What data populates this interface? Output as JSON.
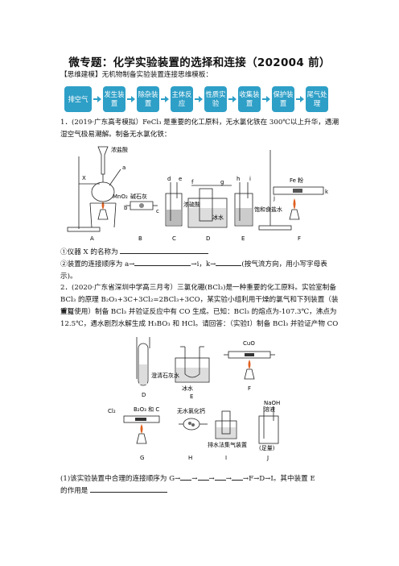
{
  "title": "微专题：化学实验装置的选择和连接（202004 前）",
  "model_header": "【思维建模】无机物制备实验装置连接思维模板：",
  "flow": [
    "排空气",
    "发生装置",
    "除杂装置",
    "主体反应",
    "性质实验",
    "收集装置",
    "保护装置",
    "尾气处理"
  ],
  "q1": {
    "line1": "1．(2019·广东高考模拟）FeCl₃ 是重要的化工原料，无水氯化铁在 300℃以上升华，遇潮",
    "line2": "湿空气极易潮解。制备无水氯化铁：",
    "labels": {
      "conc_hcl": "浓盐酸",
      "a": "a",
      "x": "X",
      "mno2": "MnO₂",
      "soda_lime": "碱石灰",
      "conc_h2so4": "浓硫酸",
      "ice_water": "冰水",
      "sat_brine": "饱和食盐水",
      "fe_powder": "Fe 粉",
      "ports": [
        "b",
        "c",
        "d",
        "e",
        "f",
        "g",
        "h",
        "i",
        "j",
        "k"
      ],
      "devices": [
        "A",
        "B",
        "C",
        "D",
        "E",
        "F"
      ]
    },
    "sub1": "①仪器 X 的名称为",
    "sub2_a": "②装置的连接顺序为 a→",
    "sub2_b": "→i，k→",
    "sub2_c": "(按气流方向，用小写字母表示)。"
  },
  "q2": {
    "line1": "2．(2020·广东省深圳中学高三月考）三氯化硼(BCl₃)是一种重要的化工原料。实验室制备",
    "line2": "BCl₃ 的原理 B₂O₃+3C+3Cl₂=2BCl₃+3CO，某实验小组利用干燥的氯气和下列装置（装置可",
    "line3": "重复使用）制备 BCl₃ 并验证反应中有 CO 生成。已知：BCl₃ 的熔点为-107.3℃，沸点为",
    "line4": "12.5℃，遇水剧烈水解生成 H₃BO₃ 和 HCl。请回答：（实验Ⅰ）制备 BCl₃ 并验证产物 CO",
    "labels": {
      "limewater": "澄清石灰水",
      "ice_water": "冰水",
      "cuo": "CuO",
      "cl2": "Cl₂",
      "b2o3_c": "B₂O₃ 和 C",
      "cacl2": "无水氯化钙",
      "water_collect": "排水法集气装置",
      "naoh": "NaOH",
      "solution": "溶液",
      "excess": "(足量)",
      "devices": [
        "D",
        "E",
        "F",
        "G",
        "H",
        "I",
        "J"
      ]
    },
    "sub1_a": "(1)该实验装置中合理的连接顺序为 G→",
    "sub1_b": "→F→D→I。其中装置 E",
    "sub1_c": "的作用是"
  }
}
